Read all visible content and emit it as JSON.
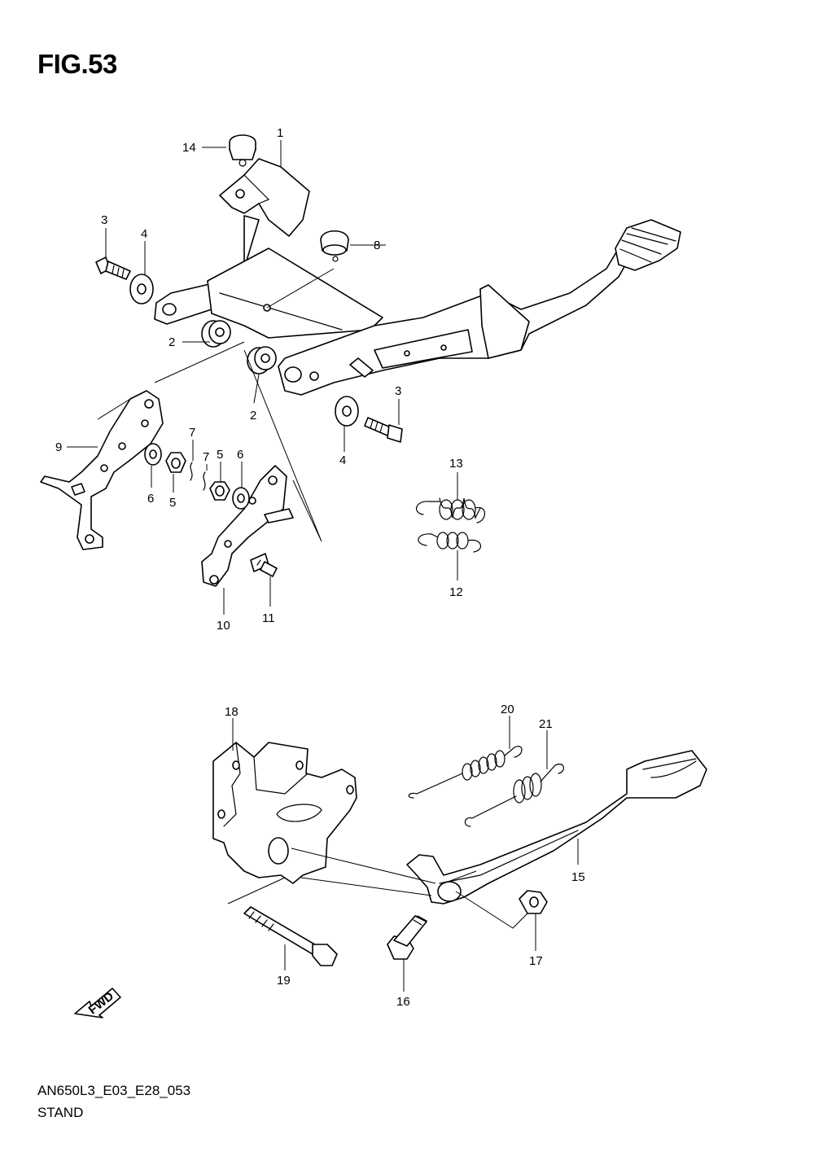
{
  "figure": {
    "title": "FIG.53"
  },
  "footer": {
    "code": "AN650L3_E03_E28_053",
    "section": "STAND"
  },
  "fwd_label": "FWD",
  "callouts": [
    {
      "id": "c1",
      "text": "1"
    },
    {
      "id": "c2a",
      "text": "2"
    },
    {
      "id": "c2b",
      "text": "2"
    },
    {
      "id": "c3a",
      "text": "3"
    },
    {
      "id": "c3b",
      "text": "3"
    },
    {
      "id": "c4a",
      "text": "4"
    },
    {
      "id": "c4b",
      "text": "4"
    },
    {
      "id": "c5a",
      "text": "5"
    },
    {
      "id": "c5b",
      "text": "5"
    },
    {
      "id": "c6a",
      "text": "6"
    },
    {
      "id": "c6b",
      "text": "6"
    },
    {
      "id": "c7a",
      "text": "7"
    },
    {
      "id": "c7b",
      "text": "7"
    },
    {
      "id": "c8",
      "text": "8"
    },
    {
      "id": "c9",
      "text": "9"
    },
    {
      "id": "c10",
      "text": "10"
    },
    {
      "id": "c11",
      "text": "11"
    },
    {
      "id": "c12",
      "text": "12"
    },
    {
      "id": "c13",
      "text": "13"
    },
    {
      "id": "c14",
      "text": "14"
    },
    {
      "id": "c15",
      "text": "15"
    },
    {
      "id": "c16",
      "text": "16"
    },
    {
      "id": "c17",
      "text": "17"
    },
    {
      "id": "c18",
      "text": "18"
    },
    {
      "id": "c19",
      "text": "19"
    },
    {
      "id": "c20",
      "text": "20"
    },
    {
      "id": "c21",
      "text": "21"
    }
  ]
}
